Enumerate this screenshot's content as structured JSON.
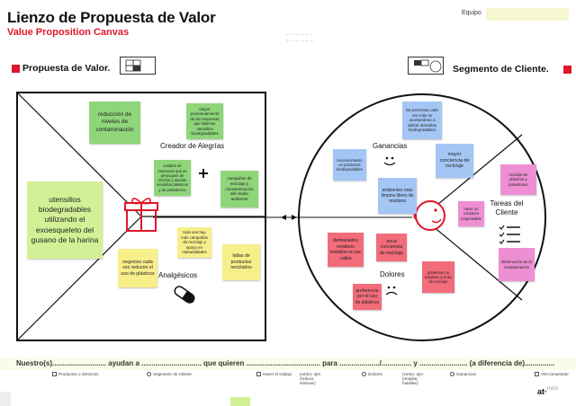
{
  "header": {
    "title": "Lienzo de Propuesta de Valor",
    "subtitle": "Value Proposition Canvas",
    "team_label": "Equipo"
  },
  "sections": {
    "value_proposition": "Propuesta de Valor.",
    "customer_segment": "Segmento de Cliente."
  },
  "value_map": {
    "gain_creators_label": "Creador de Alegrías",
    "pain_relievers_label": "Analgésicos",
    "product_note": "utensilios biodegradables utilizando el exoesqueleto del gusano de la harina",
    "notes": [
      "reducción de niveles de contaminación",
      "mayor posicionamiento de las empresas que fabrican utensilios biodegradables",
      "cuidado de empresas que se preocupen de reciclar y tiendan utensilios plásticos y de poliestireno",
      "campañas de reciclaje y concientización del medio ambiente",
      "todo sea hay más campañas de reciclaje y apoyo en manualidades",
      "negocios cada vez reducen el uso de plásticos",
      "fallas de productos reciclados"
    ]
  },
  "customer_profile": {
    "gains_label": "Ganancias",
    "pains_label": "Dolores",
    "jobs_label": "Tareas del Cliente",
    "notes": [
      "las personas cada vez más se acostumbran a utilizar utensilios biodegradables",
      "reconocimiento en productos biodegradables",
      "mayor conciencia de reciclaje",
      "ambientes más limpios libres de residuos",
      "hacer un consumo responsable",
      "demasiados residuos botados en las calles",
      "poca conciencia de reciclaje",
      "preferencia por el uso de plásticos",
      "gobiernos no respetan a la ley de reciclaje",
      "reciclaje de plásticos y poliestireno",
      "disminución de la contaminación"
    ]
  },
  "footer": {
    "sentence": "Nuestro(s)........................... ayudan a .............................. que quieren ..................................... para ..................../............... y ........................ (a diferencia de)...............",
    "legend": [
      "Productos o Servicios",
      "Segmento de Cliente",
      "Hacer el trabajo",
      "(verbo: ejm (reducir, eliminar)",
      "Dolores",
      "(verbo: ejm (ampliar, habilitar)",
      "Ganancias",
      "VM competidor"
    ],
    "brand": "at·",
    "brand_sub": "miro"
  },
  "colors": {
    "accent_red": "#e0162b",
    "green_note": "#8fd57a",
    "yellow_note": "#f7ef8a",
    "blue_note": "#a4c6f5",
    "red_note": "#f36c7a",
    "pink_note": "#ee8fd3"
  }
}
